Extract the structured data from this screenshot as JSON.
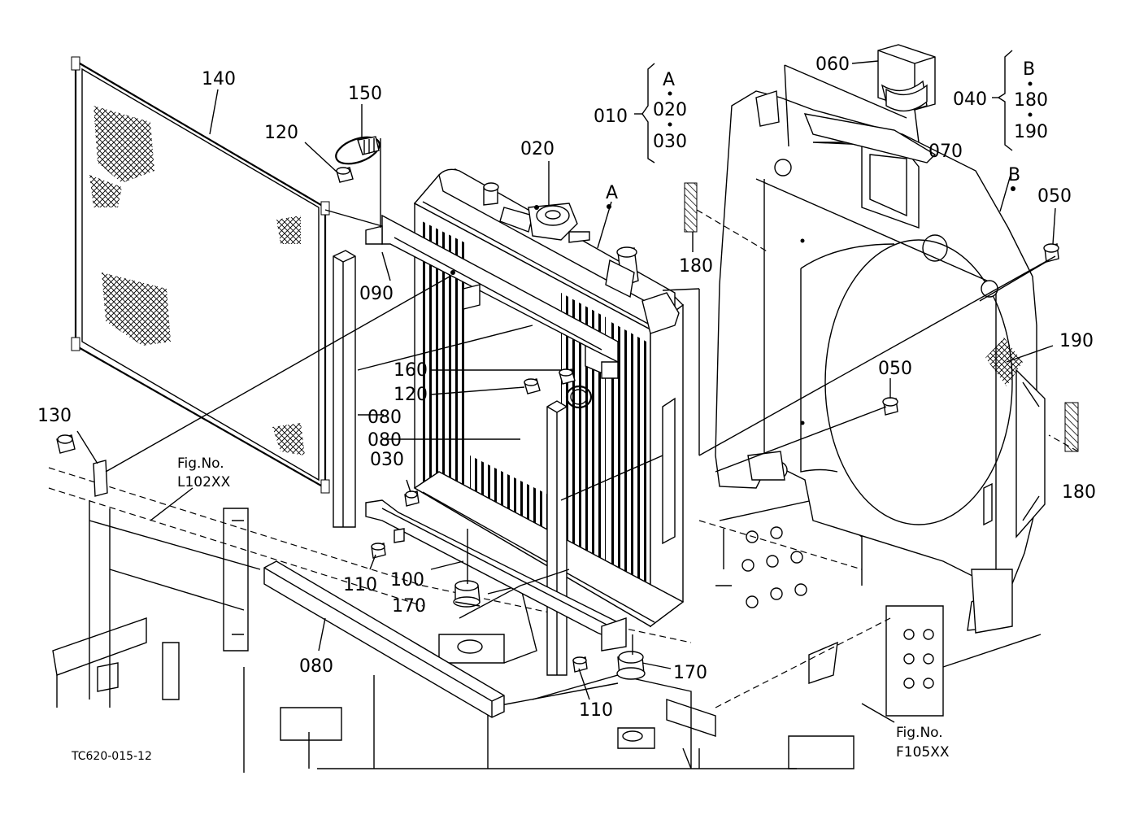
{
  "diagram": {
    "callouts": {
      "p140": "140",
      "p150": "150",
      "p120a": "120",
      "p020": "020",
      "pA": "A",
      "p010": "010",
      "gA": "A",
      "g020": "020",
      "g030": "030",
      "p060": "060",
      "p070": "070",
      "p040": "040",
      "gB": "B",
      "g180": "180",
      "g190": "190",
      "pB": "B",
      "p050a": "050",
      "p180a": "180",
      "p090": "090",
      "p190": "190",
      "p160": "160",
      "p120b": "120",
      "p050b": "050",
      "p080a": "080",
      "p080b": "080",
      "p030": "030",
      "p130": "130",
      "p180b": "180",
      "p110a": "110",
      "p100": "100",
      "p170a": "170",
      "p080c": "080",
      "p170b": "170",
      "p110b": "110"
    },
    "references": {
      "fig_left_title": "Fig.No.",
      "fig_left_code": "L102XX",
      "fig_right_title": "Fig.No.",
      "fig_right_code": "F105XX"
    },
    "drawing_code": "TC620-015-12"
  }
}
